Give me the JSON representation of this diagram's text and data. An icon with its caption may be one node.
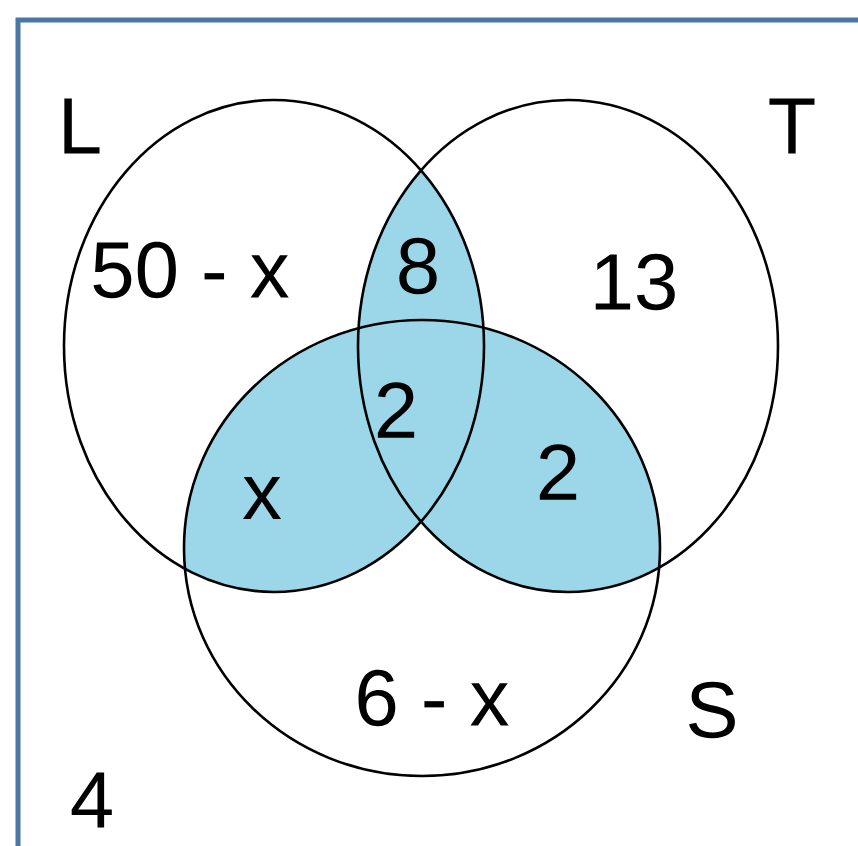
{
  "diagram": {
    "nodes": [
      {
        "text": [
          "L"
        ]
      },
      {
        "text": [
          "T"
        ]
      },
      {
        "text": [
          "S"
        ]
      }
    ],
    "labels": [
      "50 - x",
      "8",
      "13",
      "2",
      "x",
      "2",
      "6 - x",
      "4"
    ]
  }
}
